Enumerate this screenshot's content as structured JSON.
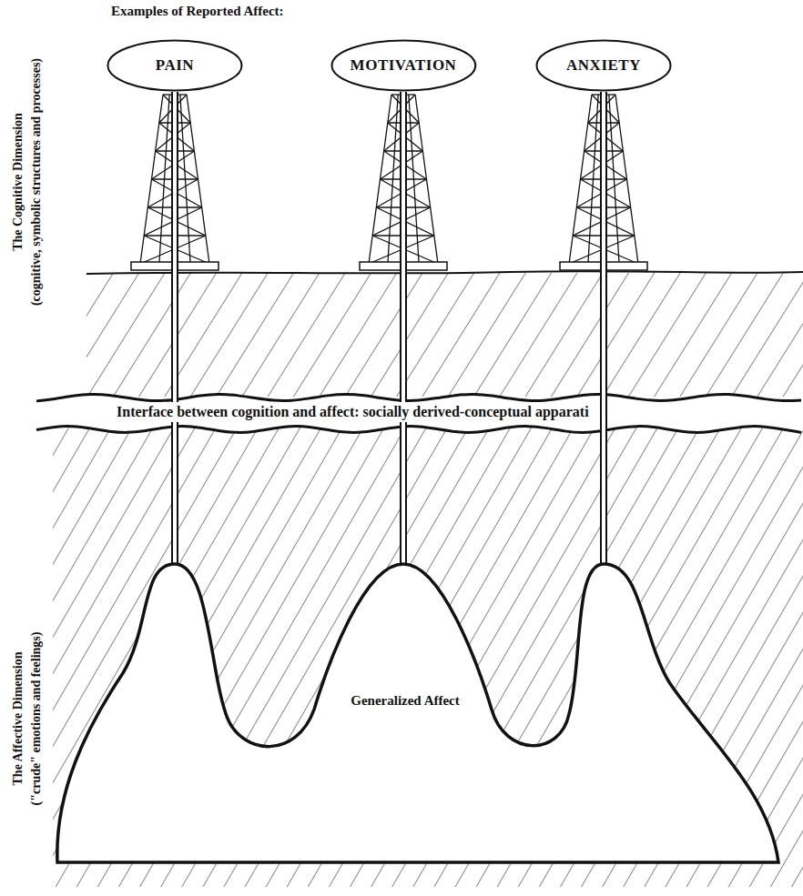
{
  "diagram": {
    "title": "Examples of Reported Affect:",
    "nodes": [
      {
        "text": [
          "PAIN"
        ]
      },
      {
        "text": [
          "MOTIVATION"
        ]
      },
      {
        "text": [
          "ANXIETY"
        ]
      },
      {
        "text": [
          "Interface between cognition and affect: socially derived-conceptual apparati"
        ]
      },
      {
        "text": [
          "Generalized Affect"
        ]
      }
    ],
    "edges": [
      {
        "from": 0,
        "to": 4,
        "arrow": "none"
      },
      {
        "from": 1,
        "to": 4,
        "arrow": "none"
      },
      {
        "from": 2,
        "to": 4,
        "arrow": "none"
      }
    ],
    "labels": [
      "The Cognitive Dimension",
      "(cognitive, symbolic structures and processes)",
      "The Affective Dimension",
      "(\"crude\" emotions and feelings)"
    ]
  }
}
